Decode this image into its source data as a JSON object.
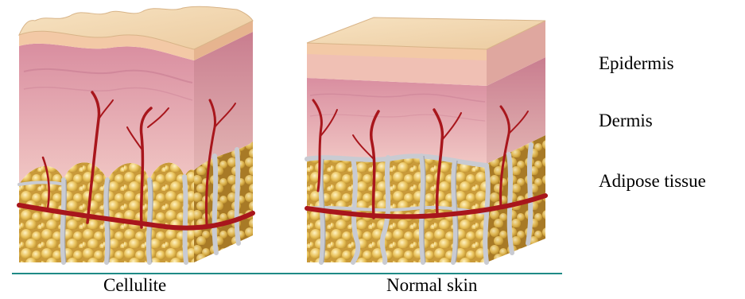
{
  "legend": {
    "epidermis": "Epidermis",
    "dermis": "Dermis",
    "adipose": "Adipose tissue"
  },
  "captions": {
    "cellulite": "Cellulite",
    "normal_skin": "Normal skin"
  },
  "colors": {
    "epidermis": "#f2d8b2",
    "dermis": "#e8a6b0",
    "adipose": "#e8c15a",
    "septa": "#c9cbd2",
    "vessels": "#a8161c",
    "caption_rule": "#1f8a86"
  }
}
